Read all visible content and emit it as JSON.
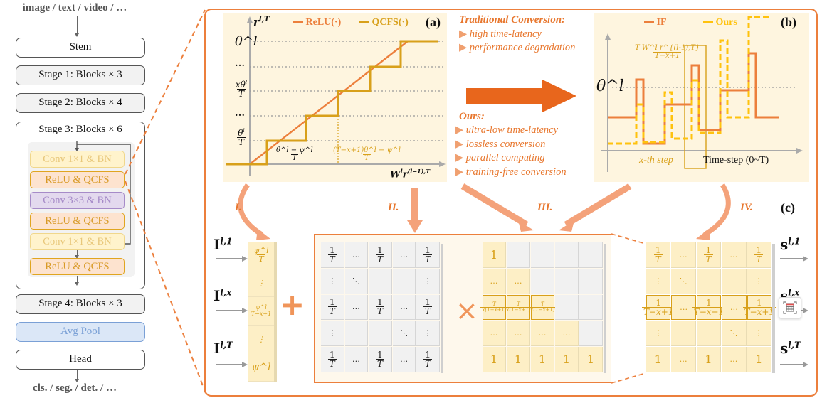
{
  "pipeline": {
    "input_label": "image / text / video / …",
    "output_label": "cls. / seg. / det. / …",
    "blocks": {
      "stem": "Stem",
      "stage1": "Stage 1: Blocks × 3",
      "stage2": "Stage 2: Blocks × 4",
      "stage3": "Stage 3: Blocks × 6",
      "stage4": "Stage 4: Blocks × 3",
      "avgpool": "Avg Pool",
      "head": "Head"
    },
    "stage3_sublayers": [
      "Conv 1×1 & BN",
      "ReLU & QCFS",
      "Conv 3×3 & BN",
      "ReLU & QCFS",
      "Conv 1×1 & BN",
      "ReLU & QCFS"
    ]
  },
  "colors": {
    "accent_orange": "#ec7f3c",
    "qcfs_gold": "#d8a01a",
    "ours_yellow": "#ffc20e",
    "panel_bg": "#fef5df",
    "cell_yellow": "#fdefc6",
    "cell_grey": "#f1f1f1",
    "avgpool_blue": "#7aa0d6",
    "conv3_purple": "#a68bc8"
  },
  "panel_a": {
    "tag": "(a)",
    "y_axis_label": "r^{l,T}",
    "x_axis_label": "W^l r^{(l-1),T}",
    "legend": [
      "ReLU(·)",
      "QCFS(·)"
    ],
    "y_ticks": [
      "θ^l",
      "…",
      "xθ^l / T",
      "…",
      "θ^l / T"
    ],
    "annotation_left": {
      "num": "θ^l − ψ^l",
      "den": "T"
    },
    "annotation_right": {
      "num": "(T−x+1)θ^l − ψ^l",
      "den": "T"
    }
  },
  "middle_text": {
    "traditional_title": "Traditional Conversion:",
    "traditional_items": [
      "high time-latency",
      "performance degradation"
    ],
    "ours_title": "Ours:",
    "ours_items": [
      "ultra-low time-latency",
      "lossless conversion",
      "parallel computing",
      "training-free conversion"
    ]
  },
  "panel_b": {
    "tag": "(b)",
    "legend": [
      "IF",
      "Ours"
    ],
    "y_label": "θ^l",
    "x_label": "Time-step (0~T)",
    "highlight_label": "x-th step",
    "highlight_formula": {
      "num": "T W^l r^{(l-1),T}",
      "den": "T−x+1"
    }
  },
  "panel_c": {
    "tag": "(c)",
    "step_labels": [
      "I.",
      "II.",
      "III.",
      "IV."
    ],
    "inputs": [
      "I^{l,1}",
      "I^{l,x}",
      "I^{l,T}"
    ],
    "outputs": [
      "s^{l,1}",
      "s^{l,x}",
      "s^{l,T}"
    ],
    "bias_column": [
      {
        "num": "ψ^l",
        "den": "T"
      },
      {
        "text": "⋮"
      },
      {
        "num": "ψ^l",
        "den": "T−x+1"
      },
      {
        "text": "⋮"
      },
      {
        "text": "ψ^l"
      }
    ],
    "plus_symbol": "+",
    "times_symbol": "×",
    "matrix_ones_over_T": [
      [
        "1/T",
        "…",
        "1/T",
        "…",
        "1/T"
      ],
      [
        "⋮",
        "⋱",
        "",
        "",
        "⋮"
      ],
      [
        "1/T",
        "…",
        "1/T",
        "…",
        "1/T"
      ],
      [
        "⋮",
        "",
        "",
        "⋱",
        "⋮"
      ],
      [
        "1/T",
        "…",
        "1/T",
        "…",
        "1/T"
      ]
    ],
    "matrix_lower_triangular": [
      [
        "1",
        "",
        "",
        "",
        ""
      ],
      [
        "…",
        "…",
        "",
        "",
        ""
      ],
      [
        "T/(x(T−x+1))",
        "T/(x(T−x+1))",
        "T/(x(T−x+1))",
        "",
        ""
      ],
      [
        "…",
        "…",
        "…",
        "…",
        ""
      ],
      [
        "1",
        "1",
        "1",
        "1",
        "1"
      ]
    ],
    "matrix_result": [
      [
        "1/T",
        "…",
        "1/T",
        "…",
        "1/T"
      ],
      [
        "⋮",
        "⋱",
        "",
        "",
        "⋮"
      ],
      [
        "1/(T−x+1)",
        "…",
        "1/(T−x+1)",
        "…",
        "1/(T−x+1)"
      ],
      [
        "⋮",
        "",
        "",
        "⋱",
        "⋮"
      ],
      [
        "1",
        "…",
        "1",
        "…",
        "1"
      ]
    ]
  },
  "overlay": {
    "icon": "table-capture-icon"
  }
}
